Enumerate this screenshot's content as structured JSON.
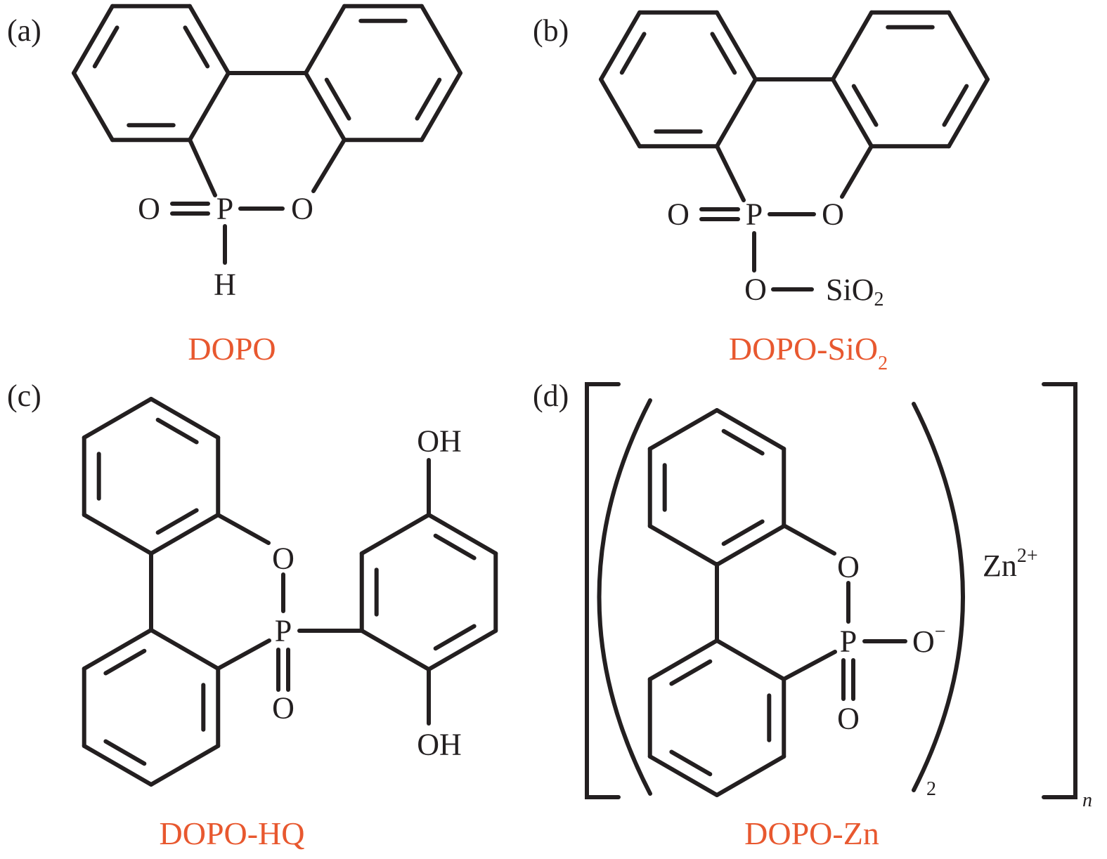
{
  "panels": [
    {
      "tag": "(a)",
      "name": "DOPO",
      "atoms": {
        "o1": "O",
        "p": "P",
        "o2": "O",
        "h": "H"
      }
    },
    {
      "tag": "(b)",
      "name": "DOPO-SiO",
      "name_sub": "2",
      "atoms": {
        "o1": "O",
        "p": "P",
        "o2": "O",
        "o3": "O",
        "si": "SiO",
        "si_sub": "2"
      }
    },
    {
      "tag": "(c)",
      "name": "DOPO-HQ",
      "atoms": {
        "o1": "O",
        "p": "P",
        "o2": "O",
        "oh1": "OH",
        "oh2": "OH"
      }
    },
    {
      "tag": "(d)",
      "name": "DOPO-Zn",
      "atoms": {
        "o1": "O",
        "p": "P",
        "o_minus": "O",
        "minus": "−",
        "o2": "O",
        "zn": "Zn",
        "zn_charge": "2+",
        "sub2": "2",
        "n": "n"
      }
    }
  ],
  "colors": {
    "label": "#e8582f",
    "bond": "#231f20"
  }
}
